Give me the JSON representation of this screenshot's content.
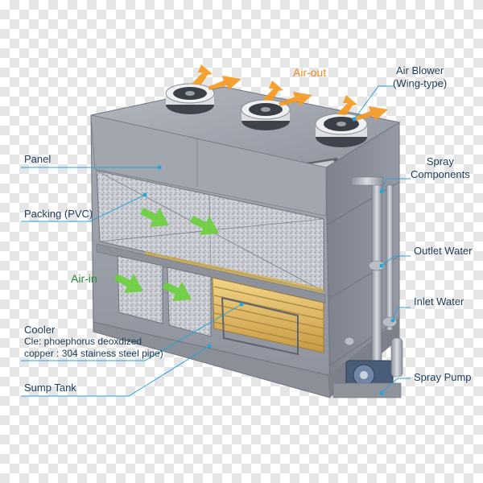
{
  "labels": {
    "air_out": "Air-out",
    "air_blower_1": "Air Blower",
    "air_blower_2": "(Wing-type)",
    "panel": "Panel",
    "spray_components_1": "Spray",
    "spray_components_2": "Components",
    "packing": "Packing (PVC)",
    "outlet_water": "Outlet Water",
    "air_in": "Air-in",
    "inlet_water": "Inlet Water",
    "cooler_1": "Cooler",
    "cooler_2": "Cle: phoephorus deoxdized",
    "cooler_3": "copper : 304 stainess steel pipe)",
    "spray_pump": "Spray Pump",
    "sump_tank": "Sump Tank"
  },
  "colors": {
    "leader_line": "#2aa3d8",
    "body_steel": "#9a9fab",
    "airflow_out": "#f59a22",
    "airflow_in": "#6bd13a",
    "coil": "#e8c06a"
  }
}
